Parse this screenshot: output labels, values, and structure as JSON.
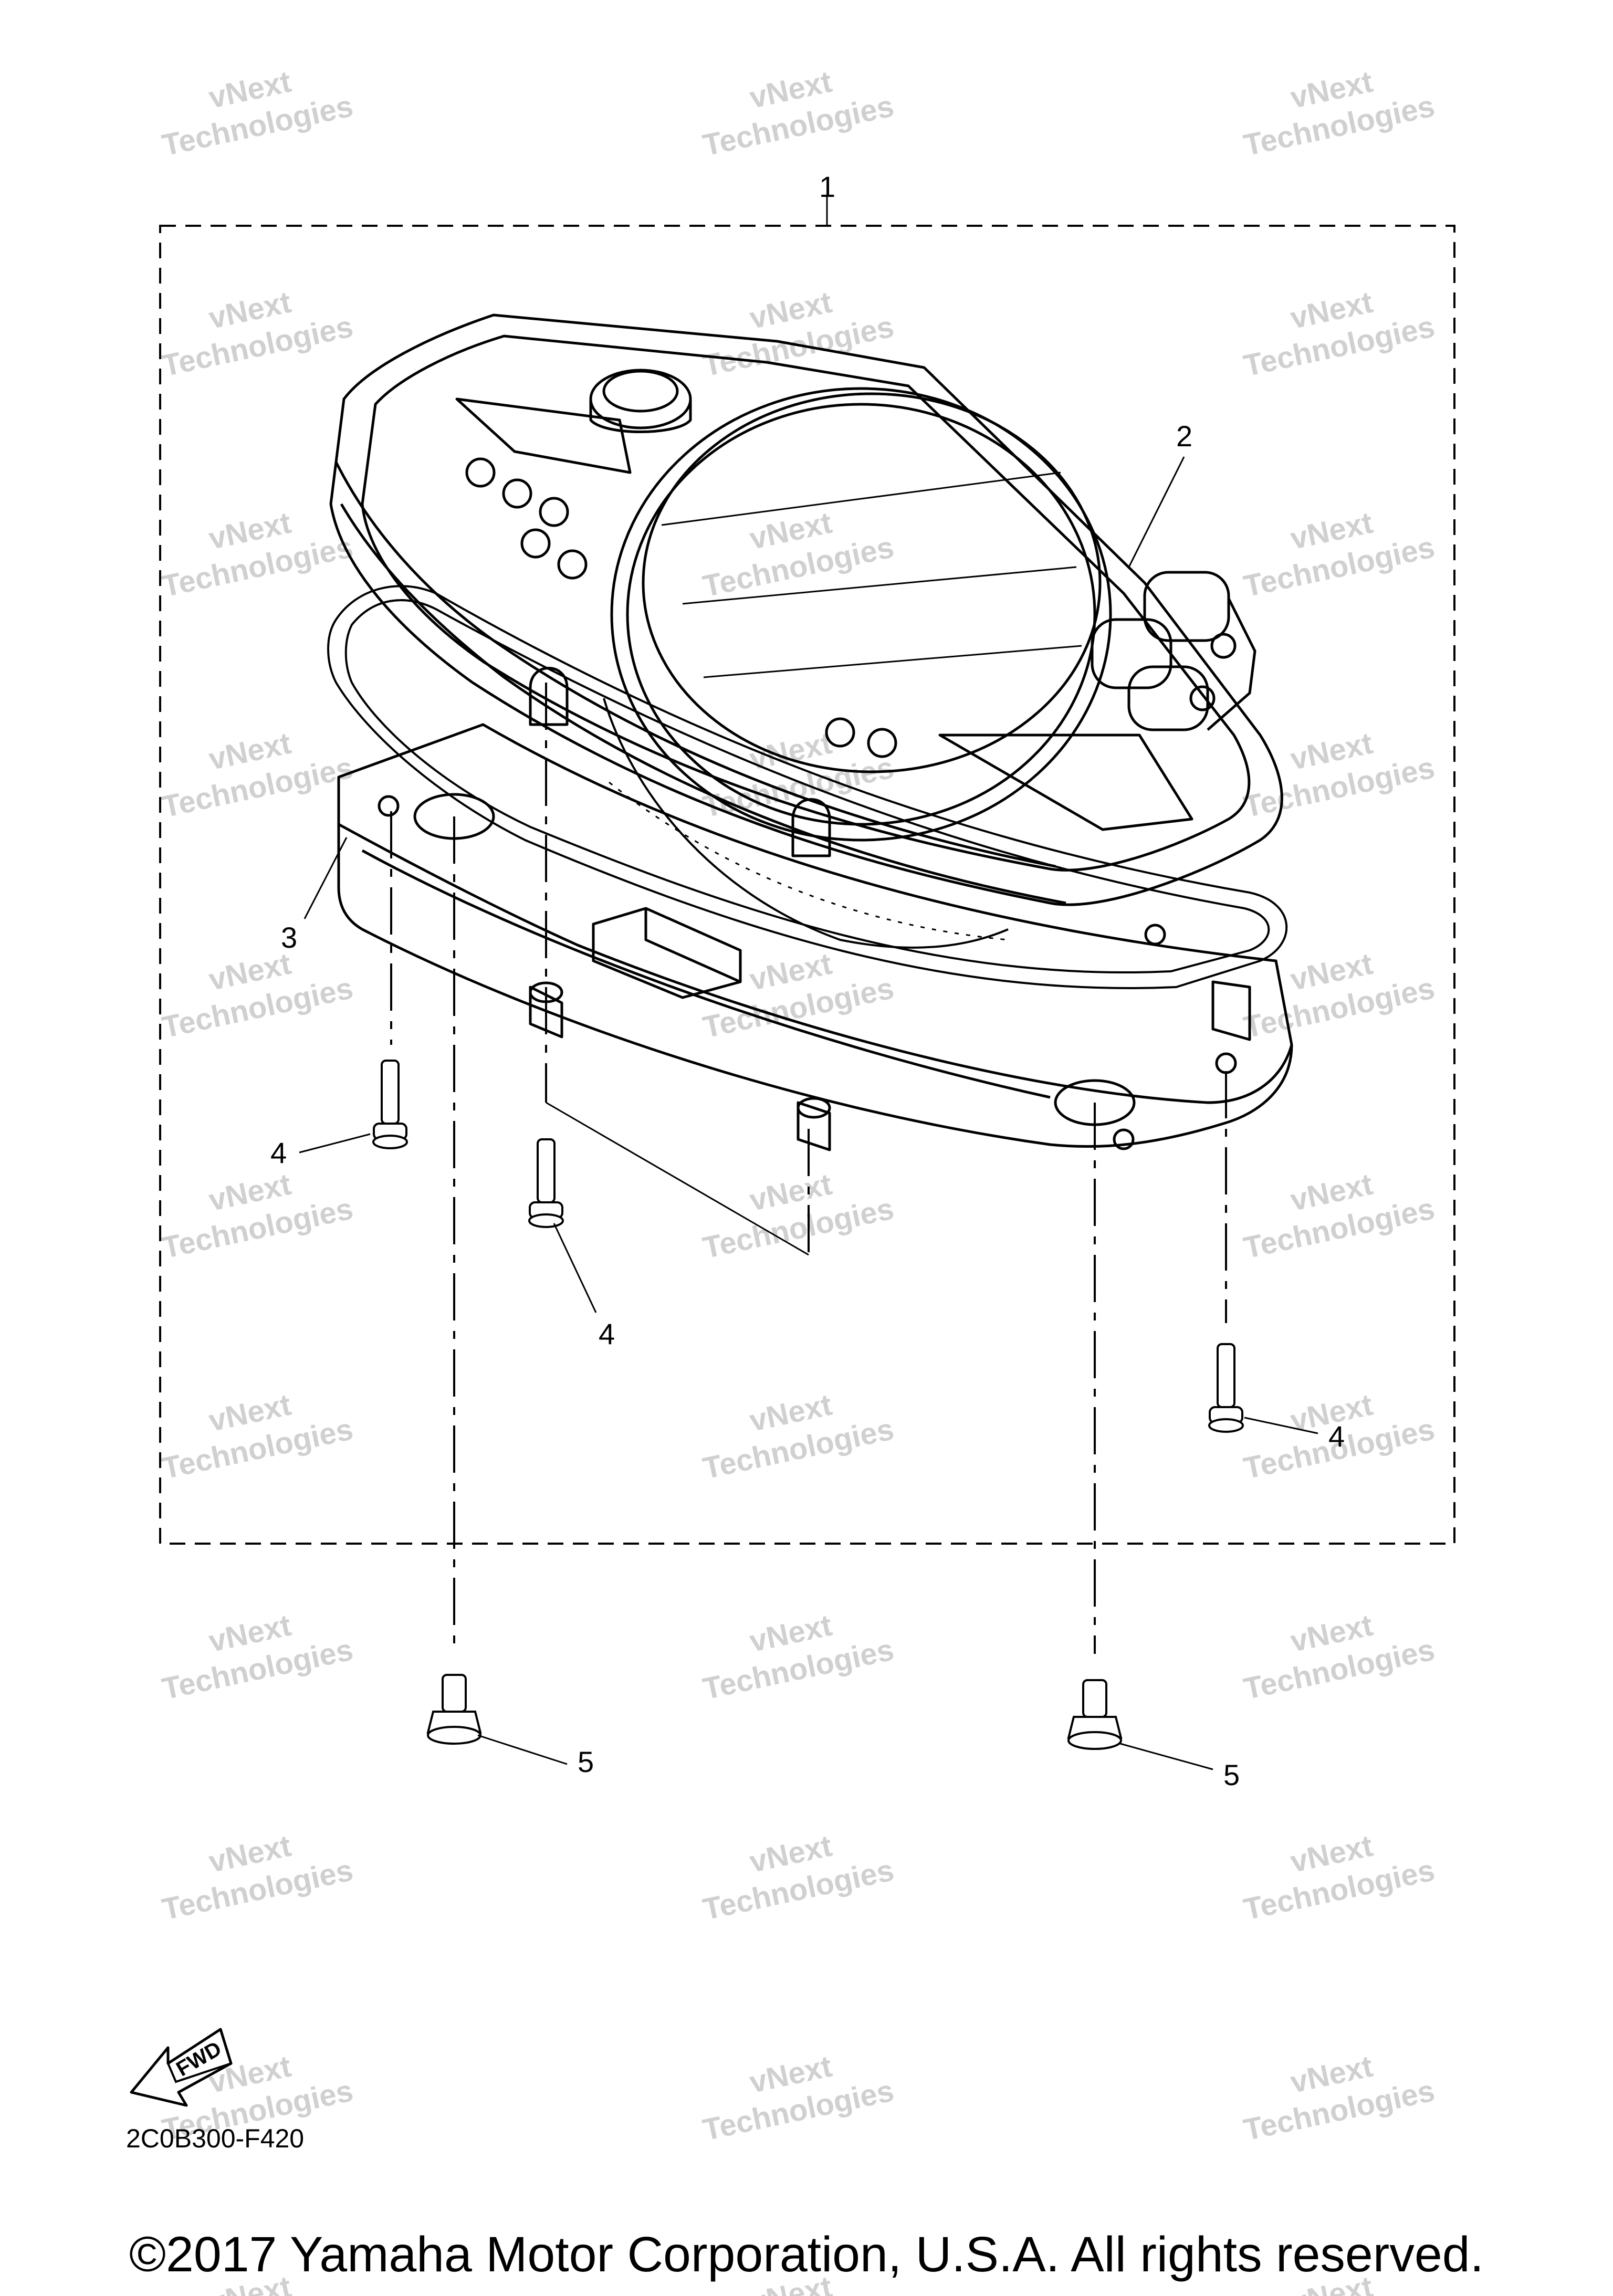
{
  "diagram": {
    "callouts": [
      "1",
      "2",
      "3",
      "4",
      "4",
      "4",
      "5",
      "5"
    ],
    "fwd_label": "FWD",
    "part_code": "2C0B300-F420",
    "watermark_lines": [
      "vNext",
      "Technologies"
    ]
  },
  "footer": {
    "copyright": "©2017 Yamaha Motor Corporation, U.S.A. All rights reserved."
  },
  "colors": {
    "line": "#000000",
    "watermark": "#d0d0d0",
    "background": "#ffffff"
  }
}
